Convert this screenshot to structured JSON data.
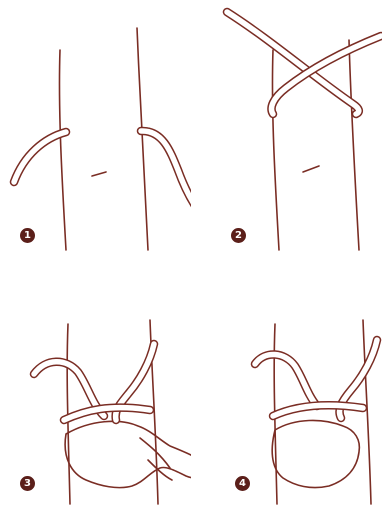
{
  "steps": [
    {
      "badge": "1"
    },
    {
      "badge": "2"
    },
    {
      "badge": "3"
    },
    {
      "badge": "4"
    }
  ],
  "colors": {
    "ink": "#7a2d24",
    "badge_fill": "#5b1f1a",
    "background": "#ffffff"
  }
}
